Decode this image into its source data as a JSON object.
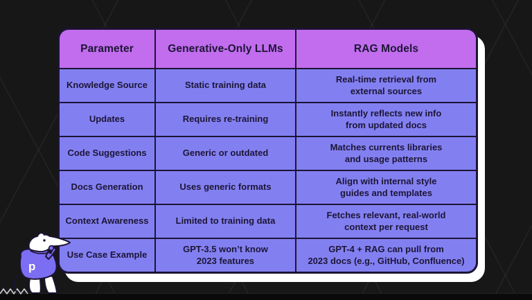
{
  "table": {
    "headers": [
      "Parameter",
      "Generative-Only LLMs",
      "RAG Models"
    ],
    "rows": [
      {
        "cells": [
          "Knowledge Source",
          "Static training data",
          "Real-time retrieval from\nexternal sources"
        ]
      },
      {
        "cells": [
          "Updates",
          "Requires re-training",
          "Instantly reflects new info\nfrom updated docs"
        ]
      },
      {
        "cells": [
          "Code Suggestions",
          "Generic or outdated",
          "Matches currents libraries\nand usage patterns"
        ]
      },
      {
        "cells": [
          "Docs Generation",
          "Uses generic formats",
          "Align with internal style\nguides and templates"
        ]
      },
      {
        "cells": [
          "Context Awareness",
          "Limited to training data",
          "Fetches relevant, real-world\ncontext per request"
        ]
      },
      {
        "cells": [
          "Use Case Example",
          "GPT-3.5 won’t know\n2023 features",
          "GPT-4 + RAG can pull from\n2023 docs (e.g., GitHub, Confluence)"
        ]
      }
    ]
  },
  "mascot": {
    "description": "white anteater mascot in purple hoodie holding phone",
    "hoodie_letter": "p"
  },
  "colors": {
    "background": "#171717",
    "header_purple": "#c16dee",
    "row_purple": "#8280f1",
    "table_border": "#1c1433",
    "card_white": "#ffffff",
    "hoodie_purple": "#7b6ef2",
    "text_dark": "#1d1536"
  }
}
